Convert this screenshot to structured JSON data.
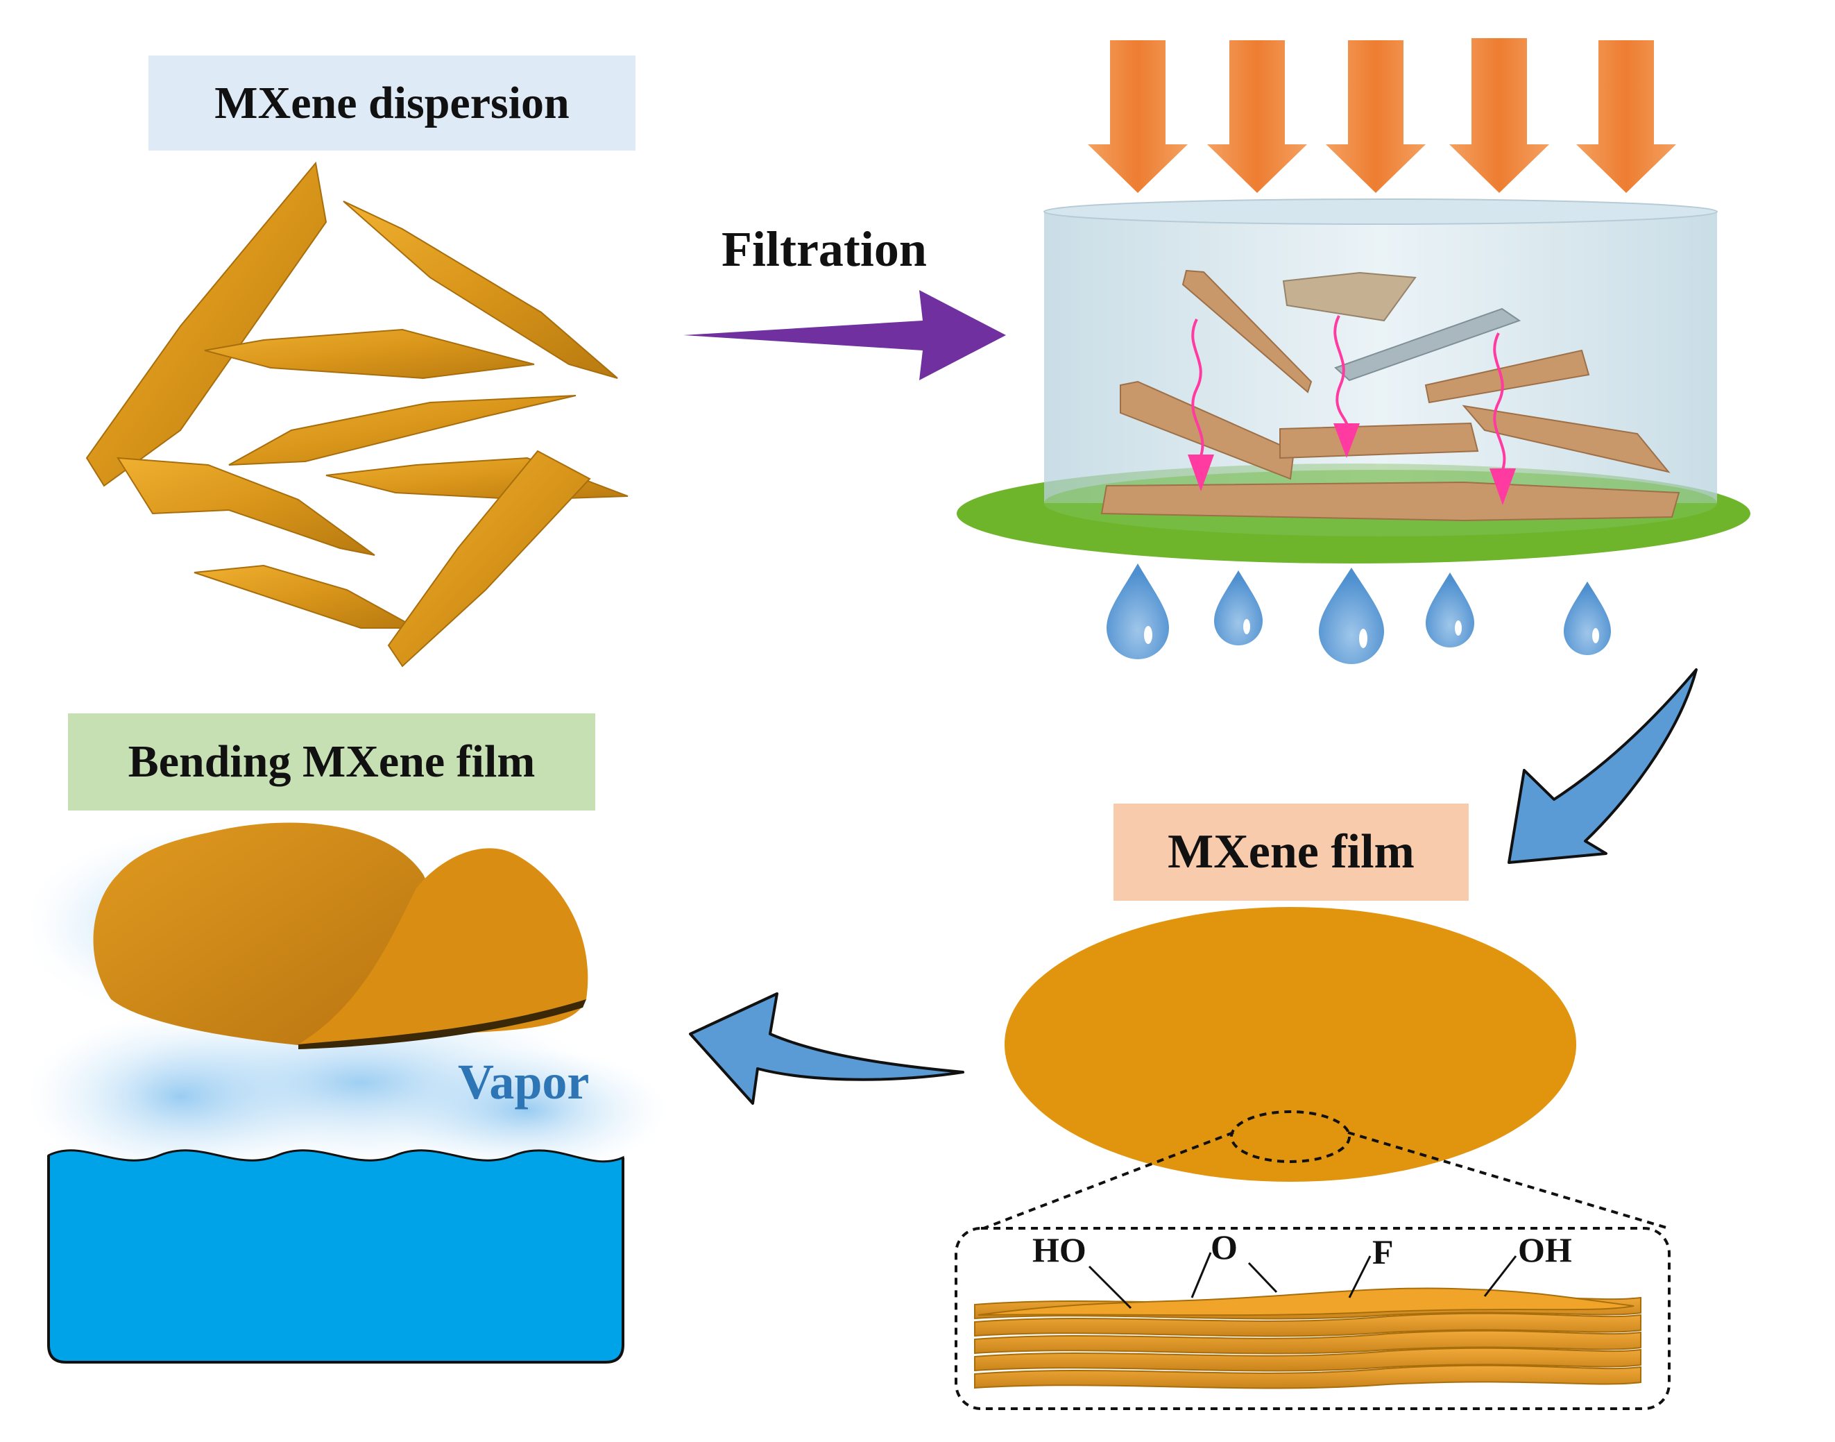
{
  "labels": {
    "dispersion": "MXene dispersion",
    "filtration": "Filtration",
    "film": "MXene film",
    "bending": "Bending MXene film",
    "vapor": "Vapor"
  },
  "groups": {
    "ho": "HO",
    "o": "O",
    "f": "F",
    "oh": "OH"
  },
  "colors": {
    "dispersion_box": "#deeaf6",
    "film_box": "#f8cbad",
    "bending_box": "#c6e0b4",
    "mxene": "#e1950f",
    "arrow_purple": "#7030a0",
    "arrow_blue": "#5b9bd5",
    "arrow_orange": "#ed7d31",
    "water": "#00a2e8",
    "vapor_text": "#2e75b6",
    "filter_green": "#6fb52c"
  }
}
